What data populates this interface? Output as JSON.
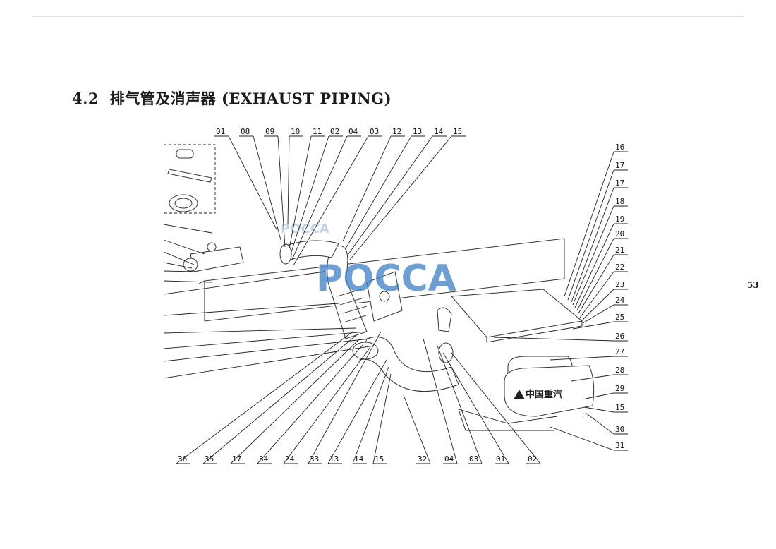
{
  "section": {
    "title": "4.2  排气管及消声器 (EXHAUST PIPING)"
  },
  "page_number": "53",
  "diagram": {
    "top_callouts": [
      "01",
      "08",
      "09",
      "10",
      "11",
      "02",
      "04",
      "03",
      "12",
      "13",
      "14",
      "15"
    ],
    "right_callouts": [
      "16",
      "17",
      "17",
      "18",
      "19",
      "20",
      "21",
      "22",
      "23",
      "24",
      "25",
      "26",
      "27",
      "28",
      "29",
      "15",
      "30",
      "31"
    ],
    "bottom_callouts": [
      "36",
      "35",
      "17",
      "34",
      "24",
      "33",
      "13",
      "14",
      "15",
      "32",
      "04",
      "03",
      "01",
      "02"
    ],
    "muffler_logo_text": "中国重汽",
    "watermark": "POCCA"
  }
}
